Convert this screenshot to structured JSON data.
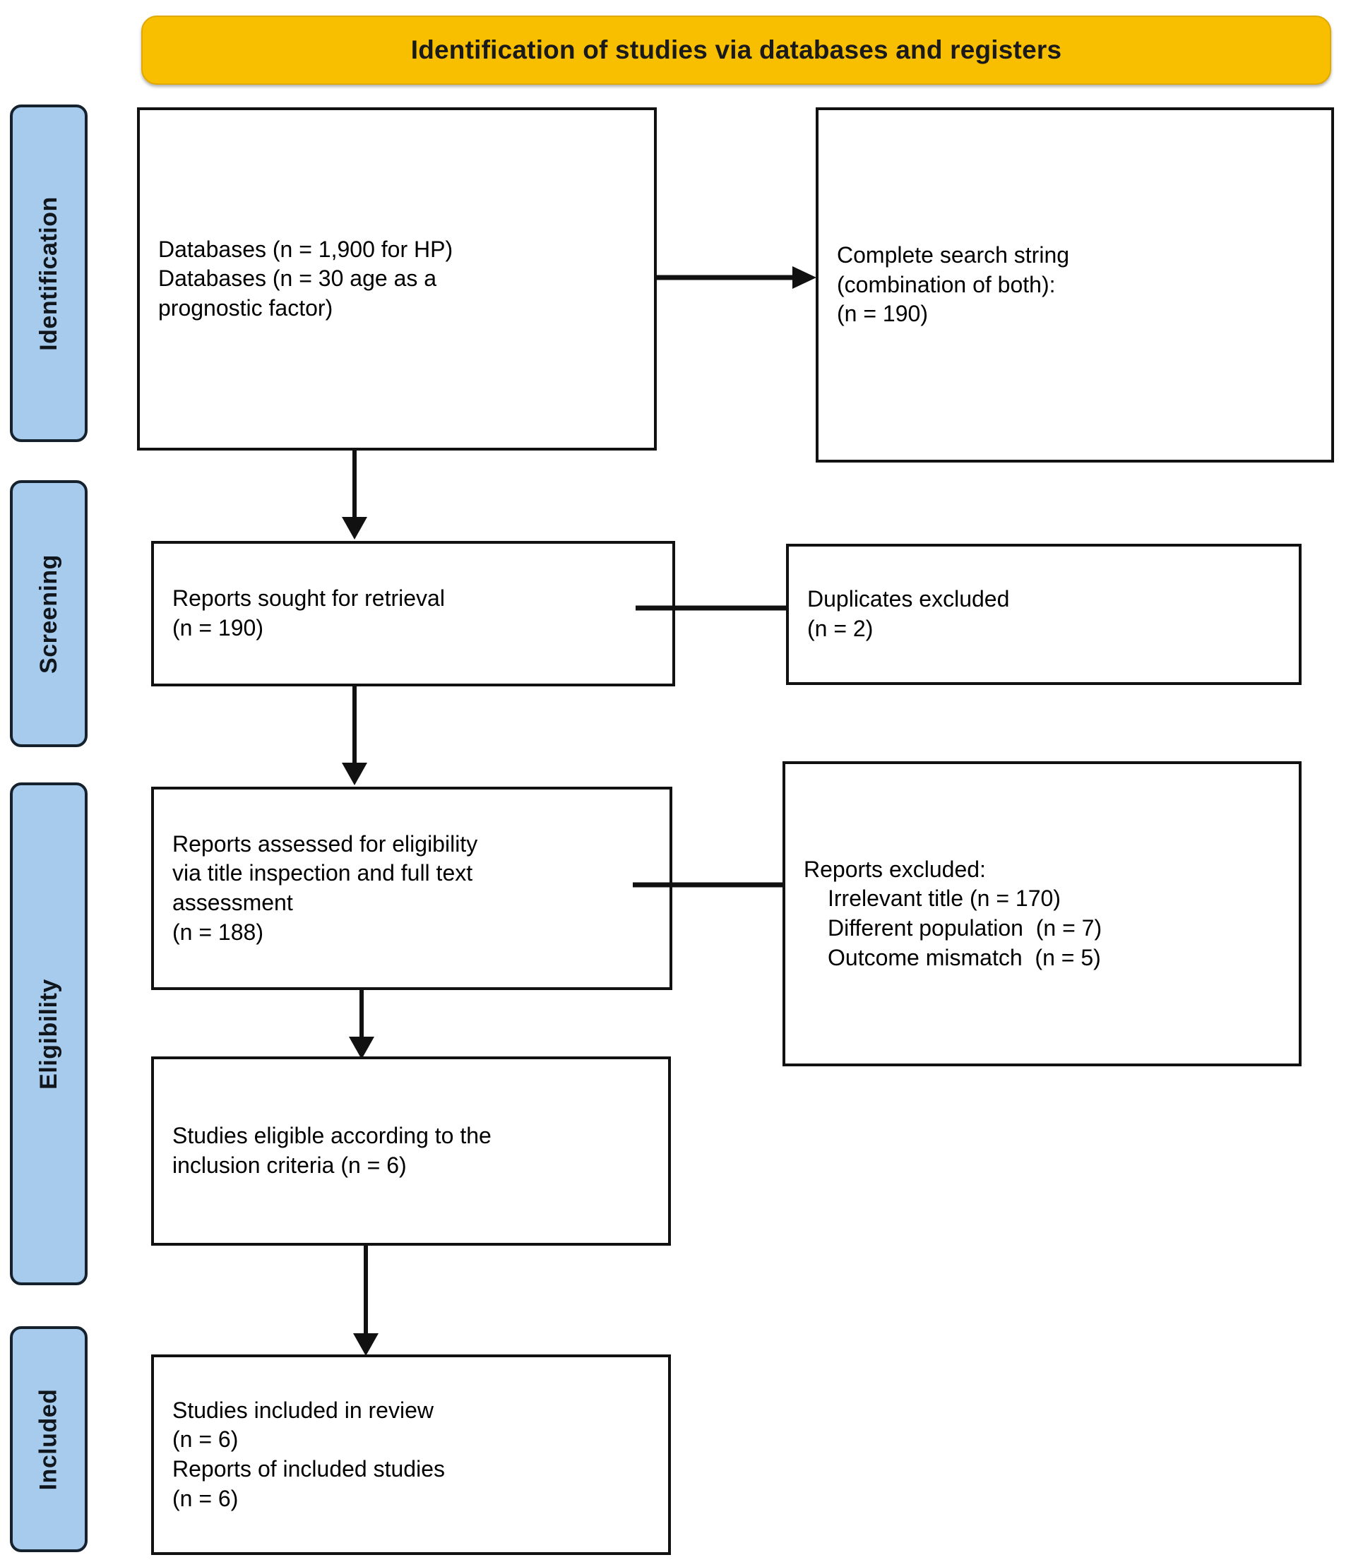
{
  "diagram": {
    "title": "Identification of studies via databases and registers",
    "colors": {
      "banner_fill": "#f8bf00",
      "stage_fill": "#a6cbec",
      "stage_border": "#15222e",
      "box_border": "#111111",
      "connector": "#111111",
      "page_background": "#ffffff"
    },
    "stages": [
      {
        "label": "Identification"
      },
      {
        "label": "Screening"
      },
      {
        "label": "Eligibility"
      },
      {
        "label": "Included"
      }
    ],
    "boxes": {
      "databases": {
        "lines": [
          "Databases (n = 1,900 for HP)",
          "Databases (n = 30 age as a",
          "prognostic factor)"
        ]
      },
      "search_string": {
        "lines": [
          "Complete search string",
          "(combination of both):",
          "(n = 190)"
        ]
      },
      "reports_sought": {
        "lines": [
          "Reports sought for retrieval",
          "(n = 190)"
        ]
      },
      "duplicates_excluded": {
        "lines": [
          "Duplicates excluded",
          "(n = 2)"
        ]
      },
      "reports_assessed": {
        "lines": [
          "Reports assessed for eligibility",
          "via title inspection and full text",
          "assessment",
          "(n = 188)"
        ]
      },
      "reports_excluded": {
        "heading": "Reports excluded:",
        "items": [
          "Irrelevant title (n = 170)",
          "Different population  (n = 7)",
          "Outcome mismatch  (n = 5)"
        ]
      },
      "studies_eligible": {
        "lines": [
          "Studies eligible according to the",
          "inclusion criteria (n = 6)"
        ]
      },
      "studies_included": {
        "lines": [
          "Studies included in review",
          "(n = 6)",
          "Reports of included studies",
          "(n = 6)"
        ]
      }
    }
  }
}
